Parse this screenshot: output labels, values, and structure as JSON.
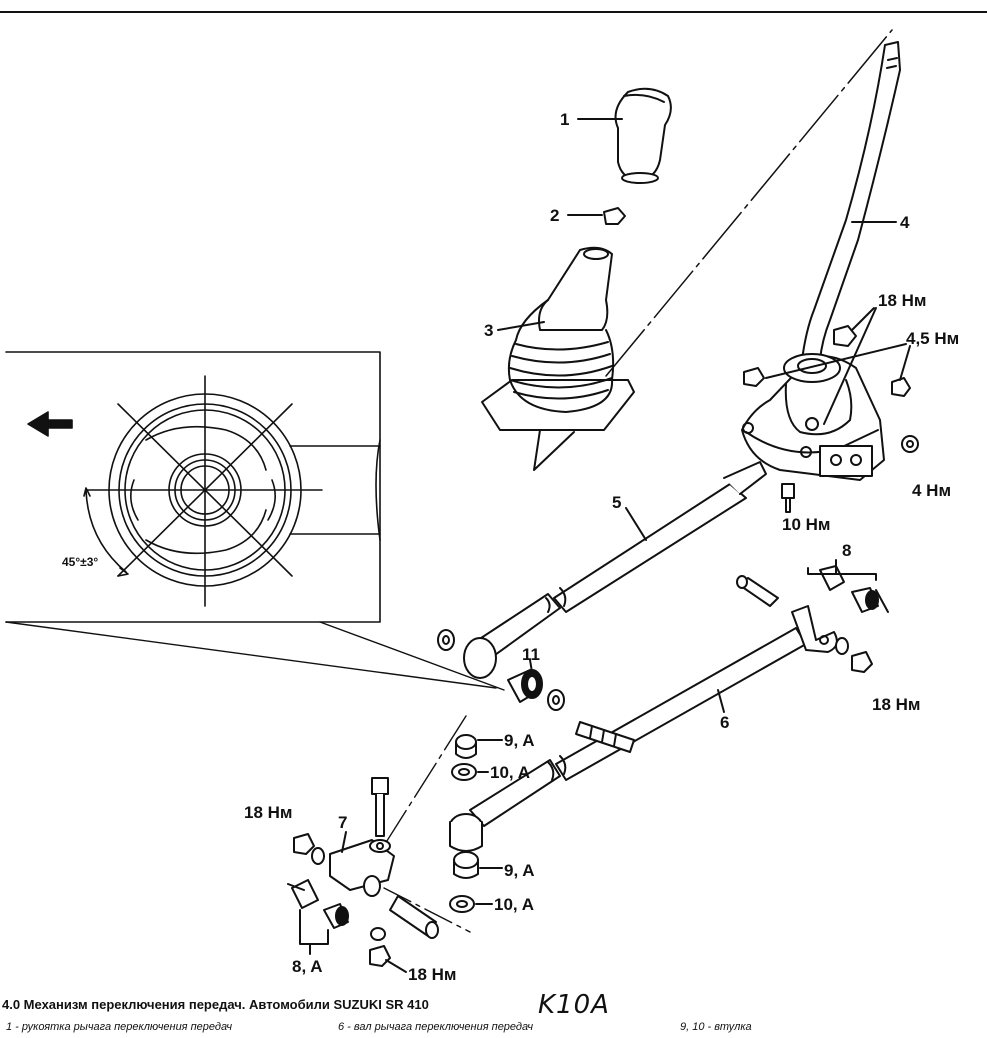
{
  "callouts": {
    "c1": "1",
    "c2": "2",
    "c3": "3",
    "c4": "4",
    "c5": "5",
    "c6": "6",
    "c7": "7",
    "c8_top": "8",
    "c8_bottom": "8, A",
    "c9_top": "9, A",
    "c9_bottom": "9, A",
    "c10_top": "10, A",
    "c10_bottom": "10, A",
    "c11": "11",
    "t18_top": "18 Нм",
    "t45": "4,5 Нм",
    "t4": "4 Нм",
    "t10": "10 Нм",
    "t18_right": "18 Нм",
    "t18_left": "18 Нм",
    "t18_bottom": "18 Нм",
    "angle": "45°±3°"
  },
  "caption": {
    "title": "4.0 Механизм переключения передач. Автомобили SUZUKI SR 410",
    "stamp": "K10A"
  },
  "legend": {
    "item1": "1 -    рукоятка рычага переключения передач",
    "item6": "6 -    вал рычага переключения передач",
    "item910": "9, 10 - втулка"
  },
  "colors": {
    "ink": "#111111",
    "paper": "#ffffff"
  }
}
